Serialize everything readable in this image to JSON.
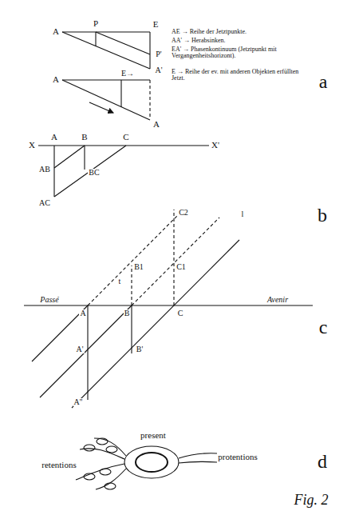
{
  "diagram": {
    "labels": [
      "P",
      "E",
      "A",
      "P'",
      "A'",
      "A",
      "E→",
      "A",
      "AE → Reihe der Jetztpunkte.",
      "AA' → Herabsinken.",
      "EA' → Phasenkontinuum (Jetztpunkt mit Vergangenheitshorizont).",
      "E → Reihe der ev. mit anderen Objekten erfüllten Jetzt.",
      "a",
      "X",
      "A",
      "B",
      "C",
      "X'",
      "AB",
      "BC",
      "AC",
      "b",
      "Passé",
      "Avenir",
      "A",
      "B",
      "C",
      "A'",
      "A''",
      "B'",
      "B1",
      "C1",
      "C2",
      "t",
      "l",
      "c",
      "present",
      "retentions",
      "protentions",
      "d",
      "Fig. 2"
    ]
  }
}
